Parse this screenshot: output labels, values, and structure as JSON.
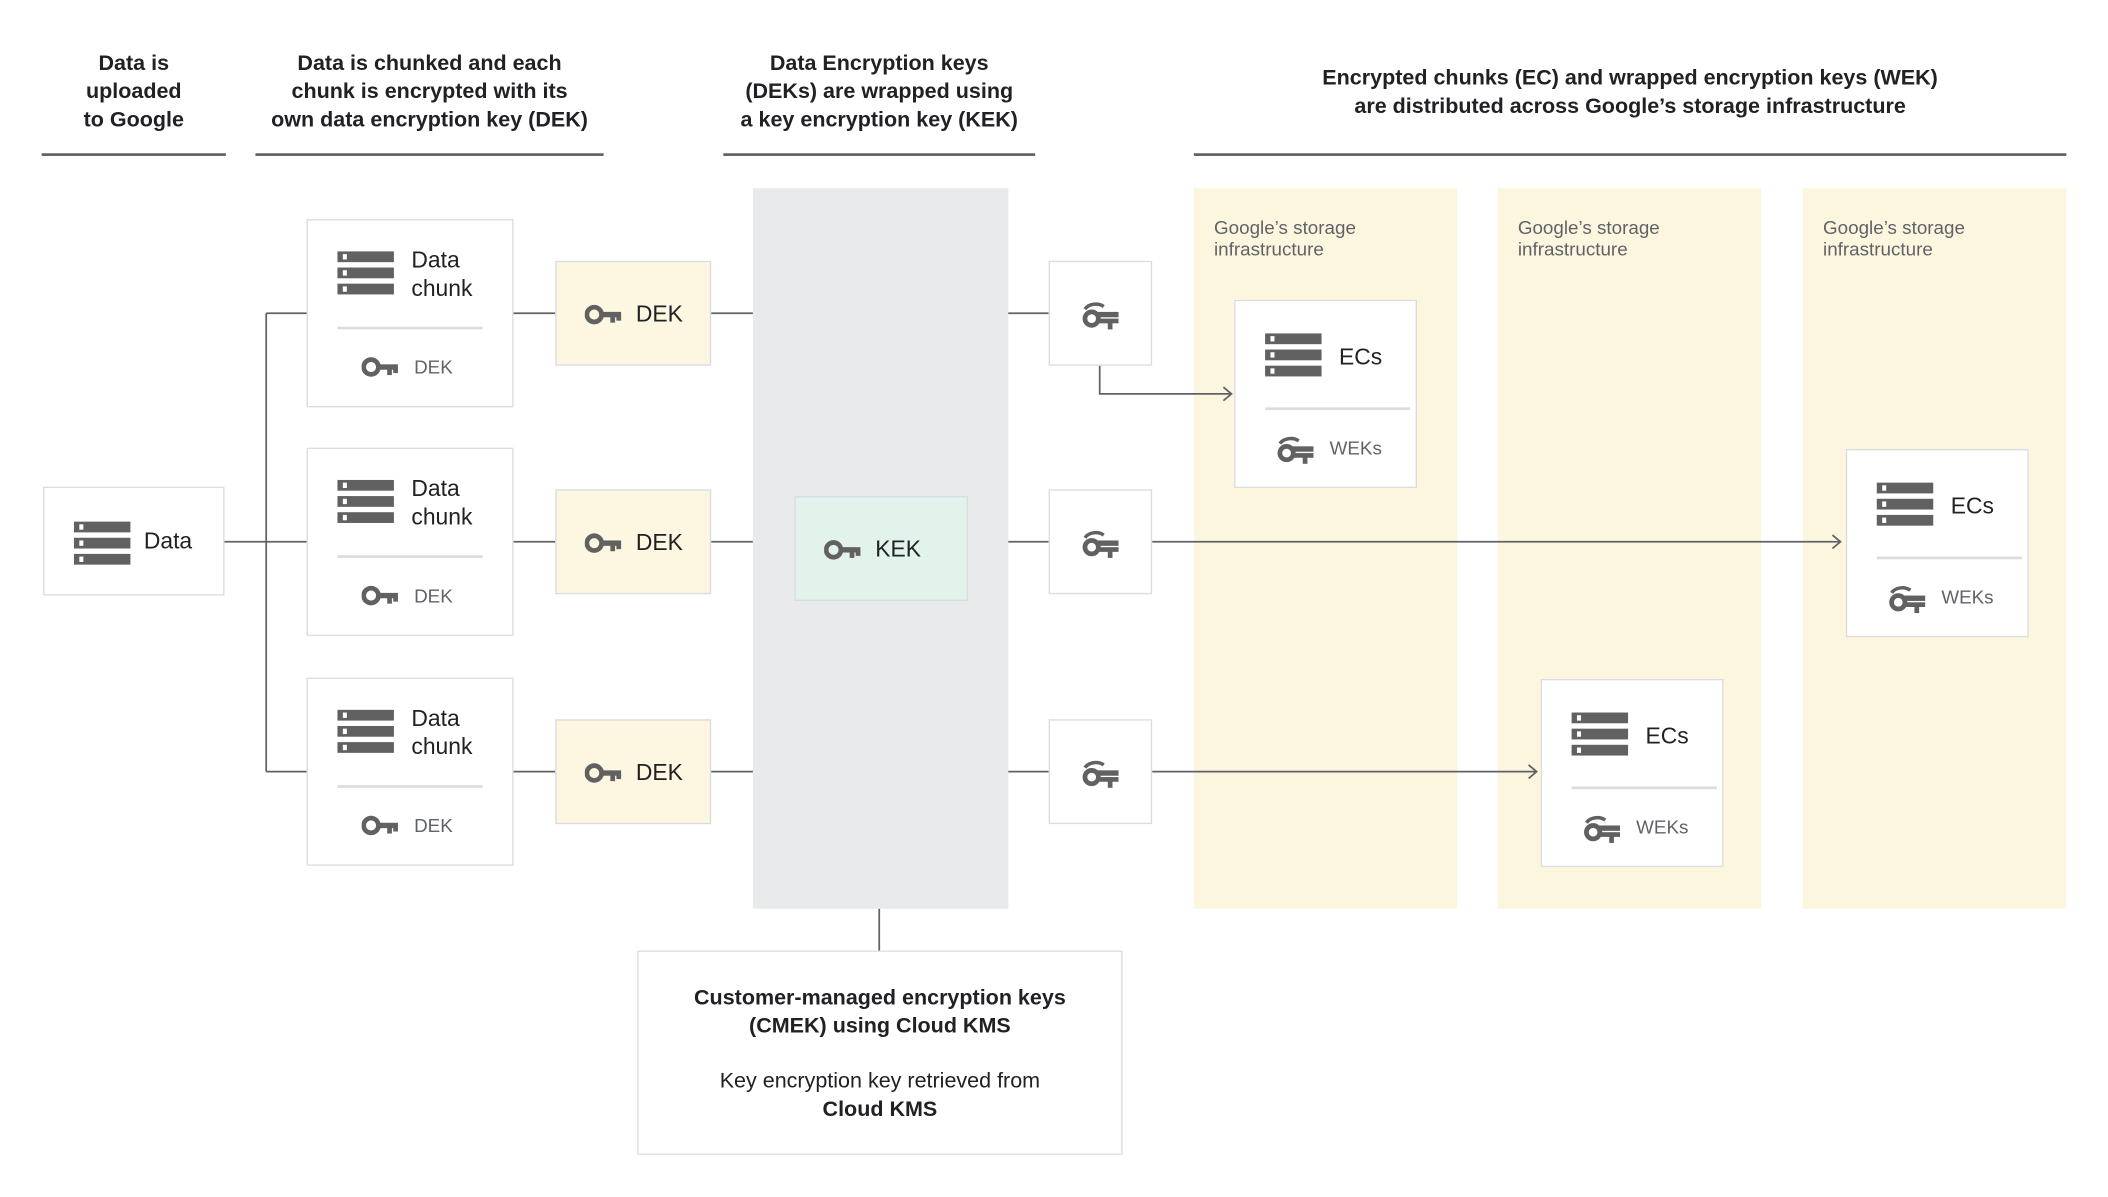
{
  "headers": {
    "step1": [
      "Data is",
      "uploaded",
      "to Google"
    ],
    "step2": [
      "Data is chunked and each",
      "chunk is encrypted with its",
      "own data encryption key (DEK)"
    ],
    "step3": [
      "Data Encryption keys",
      "(DEKs) are wrapped using",
      "a key encryption key (KEK)"
    ],
    "step4": [
      "Encrypted chunks (EC) and wrapped encryption keys (WEK)",
      "are distributed across Google’s storage infrastructure"
    ]
  },
  "data_box": {
    "label": "Data",
    "icon": "server-stack-icon"
  },
  "chunks": [
    {
      "title": [
        "Data",
        "chunk"
      ],
      "key_label": "DEK"
    },
    {
      "title": [
        "Data",
        "chunk"
      ],
      "key_label": "DEK"
    },
    {
      "title": [
        "Data",
        "chunk"
      ],
      "key_label": "DEK"
    }
  ],
  "deks": [
    {
      "label": "DEK"
    },
    {
      "label": "DEK"
    },
    {
      "label": "DEK"
    }
  ],
  "kek": {
    "label": "KEK"
  },
  "storage_columns": [
    {
      "label": [
        "Google’s storage",
        "infrastructure"
      ]
    },
    {
      "label": [
        "Google’s storage",
        "infrastructure"
      ]
    },
    {
      "label": [
        "Google’s storage",
        "infrastructure"
      ]
    }
  ],
  "ec_boxes": [
    {
      "title": "ECs",
      "key_label": "WEKs"
    },
    {
      "title": "ECs",
      "key_label": "WEKs"
    },
    {
      "title": "ECs",
      "key_label": "WEKs"
    }
  ],
  "cmek": {
    "title": [
      "Customer-managed encryption keys",
      "(CMEK) using Cloud KMS"
    ],
    "desc": "Key encryption key retrieved from",
    "desc_bold": "Cloud KMS"
  },
  "colors": {
    "storage": "#fdf6df",
    "kek_column": "#e8eaeb",
    "kek_box": "#e2f3ec",
    "dek_box": "#fdf6e0",
    "icon": "#616161"
  }
}
